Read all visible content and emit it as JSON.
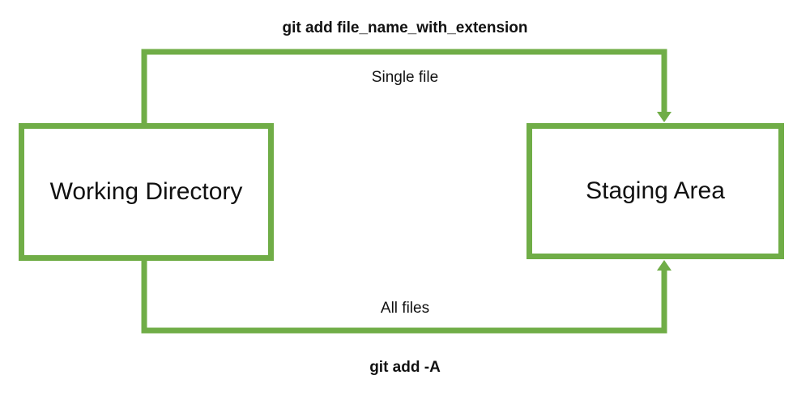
{
  "diagram": {
    "nodes": [
      {
        "id": "working-directory",
        "label": "Working Directory"
      },
      {
        "id": "staging-area",
        "label": "Staging Area"
      }
    ],
    "flows": [
      {
        "command": "git add file_name_with_extension",
        "label": "Single file",
        "from": "working-directory",
        "to": "staging-area",
        "route": "top"
      },
      {
        "command": "git add -A",
        "label": "All files",
        "from": "working-directory",
        "to": "staging-area",
        "route": "bottom"
      }
    ]
  },
  "colors": {
    "accent": "#70AD47",
    "text": "#111111",
    "background": "#ffffff"
  }
}
